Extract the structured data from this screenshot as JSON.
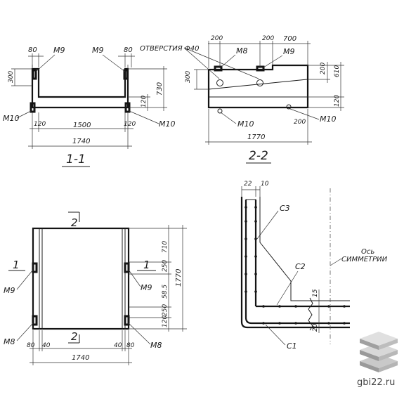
{
  "views": {
    "section_1_1": {
      "title": "1-1",
      "marks": {
        "m9_left": "M9",
        "m9_right": "M9",
        "m10_left": "M10",
        "m10_right": "M10"
      },
      "dims": {
        "top_left": "80",
        "top_right": "80",
        "wall": "300",
        "height": "730",
        "floor": "120",
        "base_left": "120",
        "base_mid": "1500",
        "base_right": "120",
        "total": "1740"
      }
    },
    "section_2_2": {
      "title": "2-2",
      "holes_label": "ОТВЕРСТИЯ Φ40",
      "marks": {
        "m8": "M8",
        "m9": "M9",
        "m10_left": "M10",
        "m10_right": "M10"
      },
      "dims": {
        "top_a": "200",
        "top_b": "200",
        "top_c": "700",
        "left": "300",
        "right_upper": "200",
        "right_mid": "610",
        "right_low": "120",
        "bottom_right": "200",
        "total": "1770"
      }
    },
    "plan": {
      "section_mark": "1",
      "cut_top": "2",
      "cut_bottom": "2",
      "marks": {
        "m9_left": "M9",
        "m9_right": "M9",
        "m8_left": "M8",
        "m8_right": "M8"
      },
      "dims": {
        "d_top": "710",
        "d_1": "250",
        "d_2": "58.5",
        "d_3": "250",
        "d_4": "120",
        "height": "1770",
        "b_left_1": "80",
        "b_left_2": "40",
        "b_right_1": "40",
        "b_right_2": "80",
        "total": "1740"
      }
    },
    "detail": {
      "marks": {
        "c3": "C3",
        "c2": "C2",
        "c1": "C1"
      },
      "dims": {
        "top_a": "22",
        "top_b": "10",
        "d_15": "15",
        "d_20": "20"
      },
      "axis_label_1": "Ось",
      "axis_label_2": "СИММЕТРИИ"
    }
  },
  "watermark": "gbi22.ru"
}
